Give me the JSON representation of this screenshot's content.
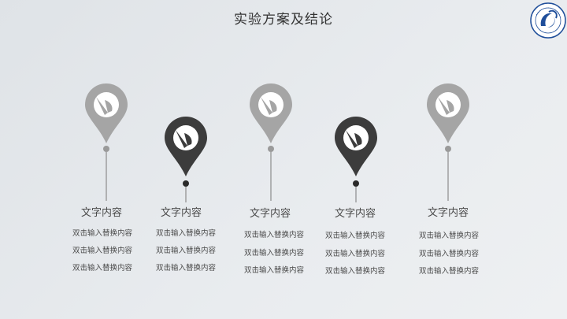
{
  "slide": {
    "title": "实验方案及结论",
    "colors": {
      "light_pin": "#a5a5a5",
      "dark_pin": "#3c3c3c",
      "stem": "#8c8c8c",
      "text": "#4a4a4a"
    },
    "columns": [
      {
        "heading": "文字内容",
        "lines": [
          "双击输入替换内容",
          "双击输入替换内容",
          "双击输入替换内容"
        ],
        "style": "light"
      },
      {
        "heading": "文字内容",
        "lines": [
          "双击输入替换内容",
          "双击输入替换内容",
          "双击输入替换内容"
        ],
        "style": "dark"
      },
      {
        "heading": "文字内容",
        "lines": [
          "双击输入替换内容",
          "双击输入替换内容",
          "双击输入替换内容"
        ],
        "style": "light"
      },
      {
        "heading": "文字内容",
        "lines": [
          "双击输入替换内容",
          "双击输入替换内容",
          "双击输入替换内容"
        ],
        "style": "dark"
      },
      {
        "heading": "文字内容",
        "lines": [
          "双击输入替换内容",
          "双击输入替换内容",
          "双击输入替换内容"
        ],
        "style": "light"
      }
    ],
    "icons": {
      "logo": "university-seal-icon",
      "pin": "map-pin-icon",
      "pen": "pen-nib-icon"
    }
  }
}
